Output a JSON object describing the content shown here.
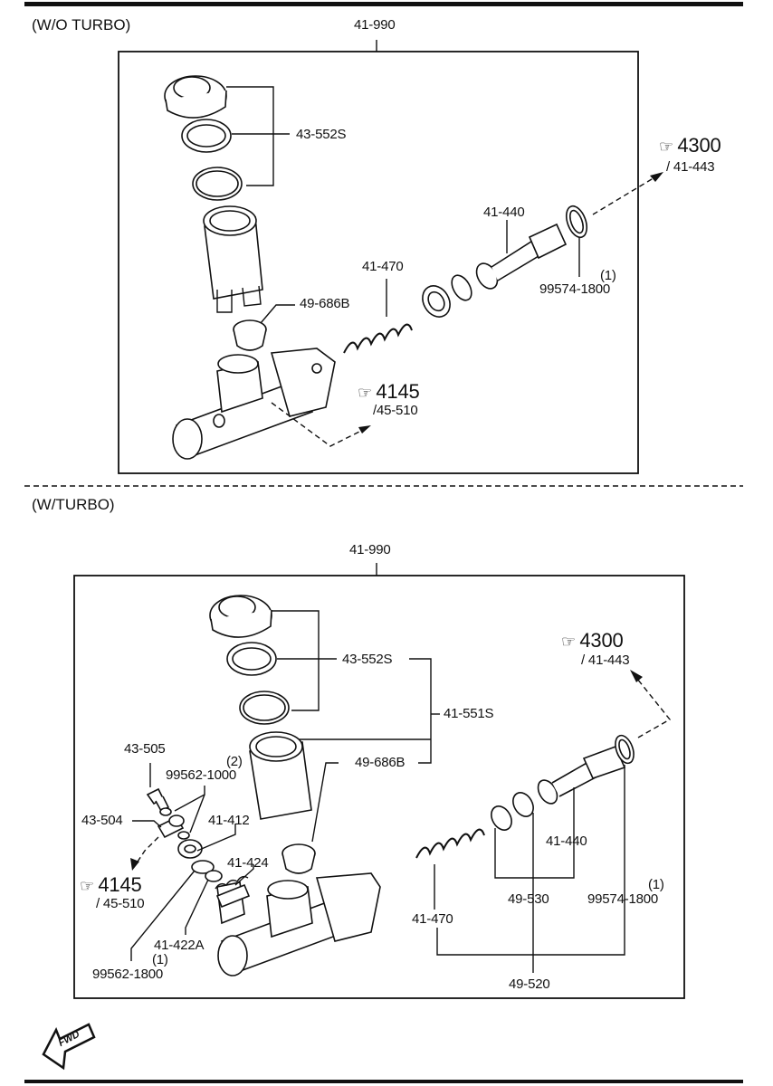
{
  "sections": [
    {
      "title": "(W/O TURBO)",
      "assembly": "41-990",
      "labels": {
        "reservoir_kit": "43-552S",
        "piston_assy": "41-440",
        "spring": "41-470",
        "snap_ring": "99574-1800",
        "snap_ring_qty": "(1)",
        "grommet": "49-686B"
      },
      "refs": [
        {
          "page": "4300",
          "part": "/ 41-443"
        },
        {
          "page": "4145",
          "part": "/45-510"
        }
      ]
    },
    {
      "title": "(W/TURBO)",
      "assembly": "41-990",
      "labels": {
        "reservoir_kit": "43-552S",
        "reservoir_assy": "41-551S",
        "grommet": "49-686B",
        "bolt": "43-505",
        "washer": "99562-1000",
        "washer_qty": "(2)",
        "union": "43-504",
        "seat": "41-412",
        "valve": "41-424",
        "valve_seat": "41-422A",
        "gasket": "99562-1800",
        "gasket_qty": "(1)",
        "piston_assy": "41-440",
        "cups": "49-530",
        "spring": "41-470",
        "snap_ring": "99574-1800",
        "snap_ring_qty": "(1)",
        "repair_kit": "49-520"
      },
      "refs": [
        {
          "page": "4300",
          "part": "/ 41-443"
        },
        {
          "page": "4145",
          "part": "/ 45-510"
        }
      ]
    }
  ],
  "fwd_label": "FWD",
  "ref_icon": "pointing-hand-icon"
}
